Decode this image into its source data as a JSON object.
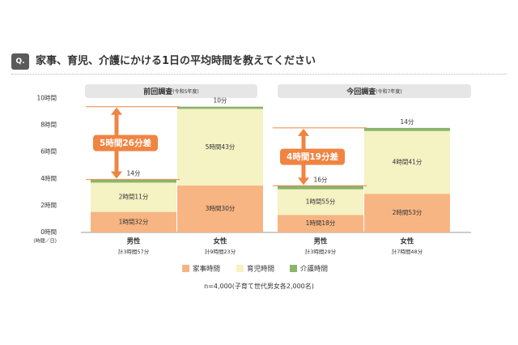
{
  "question": {
    "badge": "Q.",
    "title": "家事、育児、介護にかける1日の平均時間を教えてください"
  },
  "footer_note": "n=4,000(子育て世代男女各2,000名)",
  "colors": {
    "housework": "#f7b583",
    "childcare": "#f5f2c3",
    "caregiving": "#8ab56b",
    "gap": "#f08442",
    "panel_header": "#e6e6e6",
    "grid": "#bfbfbf"
  },
  "chart_data": {
    "type": "bar",
    "stacked": true,
    "y_axis": {
      "unit_label": "(時間／日)",
      "ticks": [
        "0時間",
        "2時間",
        "4時間",
        "6時間",
        "8時間",
        "10時間"
      ],
      "ylim": [
        0,
        10
      ]
    },
    "legend": [
      "家事時間",
      "育児時間",
      "介護時間"
    ],
    "legend_placement": "bottom",
    "panels": [
      {
        "header": "前回調査",
        "header_sub": "(令和5年度)",
        "gap_label": "5時間26分差",
        "bars": [
          {
            "category": "男性",
            "total_label": "計3時間57分",
            "segments": [
              {
                "series": "家事時間",
                "value": 1.533,
                "label": "1時間32分"
              },
              {
                "series": "育児時間",
                "value": 2.183,
                "label": "2時間11分"
              },
              {
                "series": "介護時間",
                "value": 0.233,
                "label": "14分"
              }
            ]
          },
          {
            "category": "女性",
            "total_label": "計9時間23分",
            "segments": [
              {
                "series": "家事時間",
                "value": 3.5,
                "label": "3時間30分"
              },
              {
                "series": "育児時間",
                "value": 5.717,
                "label": "5時間43分"
              },
              {
                "series": "介護時間",
                "value": 0.167,
                "label": "10分"
              }
            ]
          }
        ]
      },
      {
        "header": "今回調査",
        "header_sub": "(令和7年度)",
        "gap_label": "4時間19分差",
        "bars": [
          {
            "category": "男性",
            "total_label": "計3時間29分",
            "segments": [
              {
                "series": "家事時間",
                "value": 1.3,
                "label": "1時間18分"
              },
              {
                "series": "育児時間",
                "value": 1.917,
                "label": "1時間55分"
              },
              {
                "series": "介護時間",
                "value": 0.267,
                "label": "16分"
              }
            ]
          },
          {
            "category": "女性",
            "total_label": "計7時間48分",
            "segments": [
              {
                "series": "家事時間",
                "value": 2.883,
                "label": "2時間53分"
              },
              {
                "series": "育児時間",
                "value": 4.683,
                "label": "4時間41分"
              },
              {
                "series": "介護時間",
                "value": 0.233,
                "label": "14分"
              }
            ]
          }
        ]
      }
    ]
  }
}
